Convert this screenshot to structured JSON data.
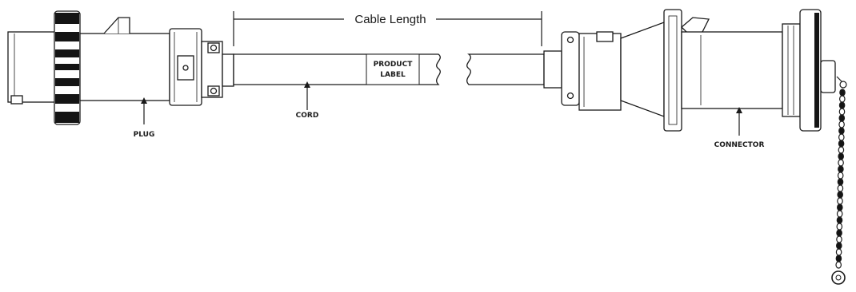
{
  "labels": {
    "cable_length": "Cable Length",
    "product_label_line1": "PRODUCT",
    "product_label_line2": "LABEL",
    "cord": "CORD",
    "plug": "PLUG",
    "connector": "CONNECTOR"
  },
  "colors": {
    "ink": "#1a1a1a",
    "dark_band": "#141414",
    "light_fill": "#ffffff"
  }
}
